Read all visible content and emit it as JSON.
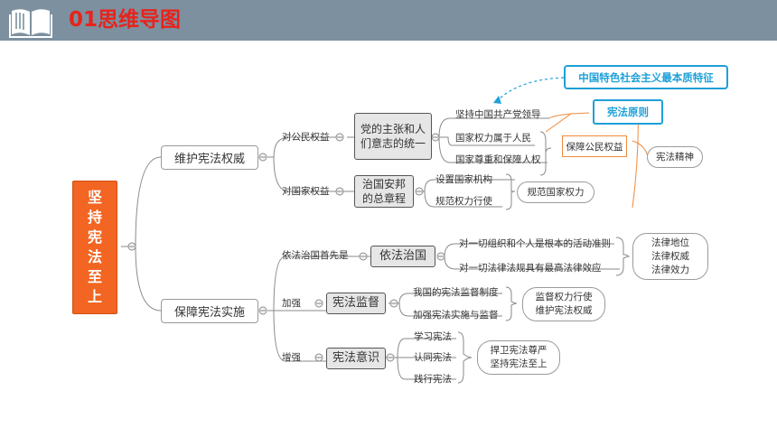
{
  "header": {
    "title": "01思维导图",
    "icon": "open-book-icon"
  },
  "colors": {
    "header_bg": "#7c90a0",
    "title": "#e8231b",
    "root_bg": "#f26522",
    "accent": "#1ea0d8",
    "orange_link": "#f08a3c"
  },
  "root": {
    "chars": [
      "坚",
      "持",
      "宪",
      "法",
      "至",
      "上"
    ]
  },
  "branches": {
    "b1": {
      "label": "维护宪法权威",
      "sub1": {
        "label": "对公民权益",
        "node": "党的主张和人们意志的统一",
        "leaves": [
          "坚持中国共产党领导",
          "国家权力属于人民",
          "国家尊重和保障人权"
        ],
        "note": "保障公民权益"
      },
      "sub2": {
        "label": "对国家权益",
        "node": "治国安邦的总章程",
        "leaves": [
          "设置国家机构",
          "规范权力行使"
        ],
        "note": "规范国家权力"
      }
    },
    "b2": {
      "label": "保障宪法实施",
      "sub1": {
        "label": "依法治国首先是",
        "node": "依法治国",
        "leaves": [
          "对一切组织和个人是根本的活动准则",
          "对一切法律法规具有最高法律效应"
        ],
        "note": [
          "法律地位",
          "法律权威",
          "法律效力"
        ]
      },
      "sub2": {
        "label": "加强",
        "node": "宪法监督",
        "leaves": [
          "我国的宪法监督制度",
          "加强宪法实施与监督"
        ],
        "note": [
          "监督权力行使",
          "维护宪法权威"
        ]
      },
      "sub3": {
        "label": "增强",
        "node": "宪法意识",
        "leaves": [
          "学习宪法",
          "认同宪法",
          "践行宪法"
        ],
        "note": [
          "捍卫宪法尊严",
          "坚持宪法至上"
        ]
      }
    }
  },
  "callouts": {
    "feature": "中国特色社会主义最本质特征",
    "principle": "宪法原则",
    "spirit": "宪法精神"
  }
}
